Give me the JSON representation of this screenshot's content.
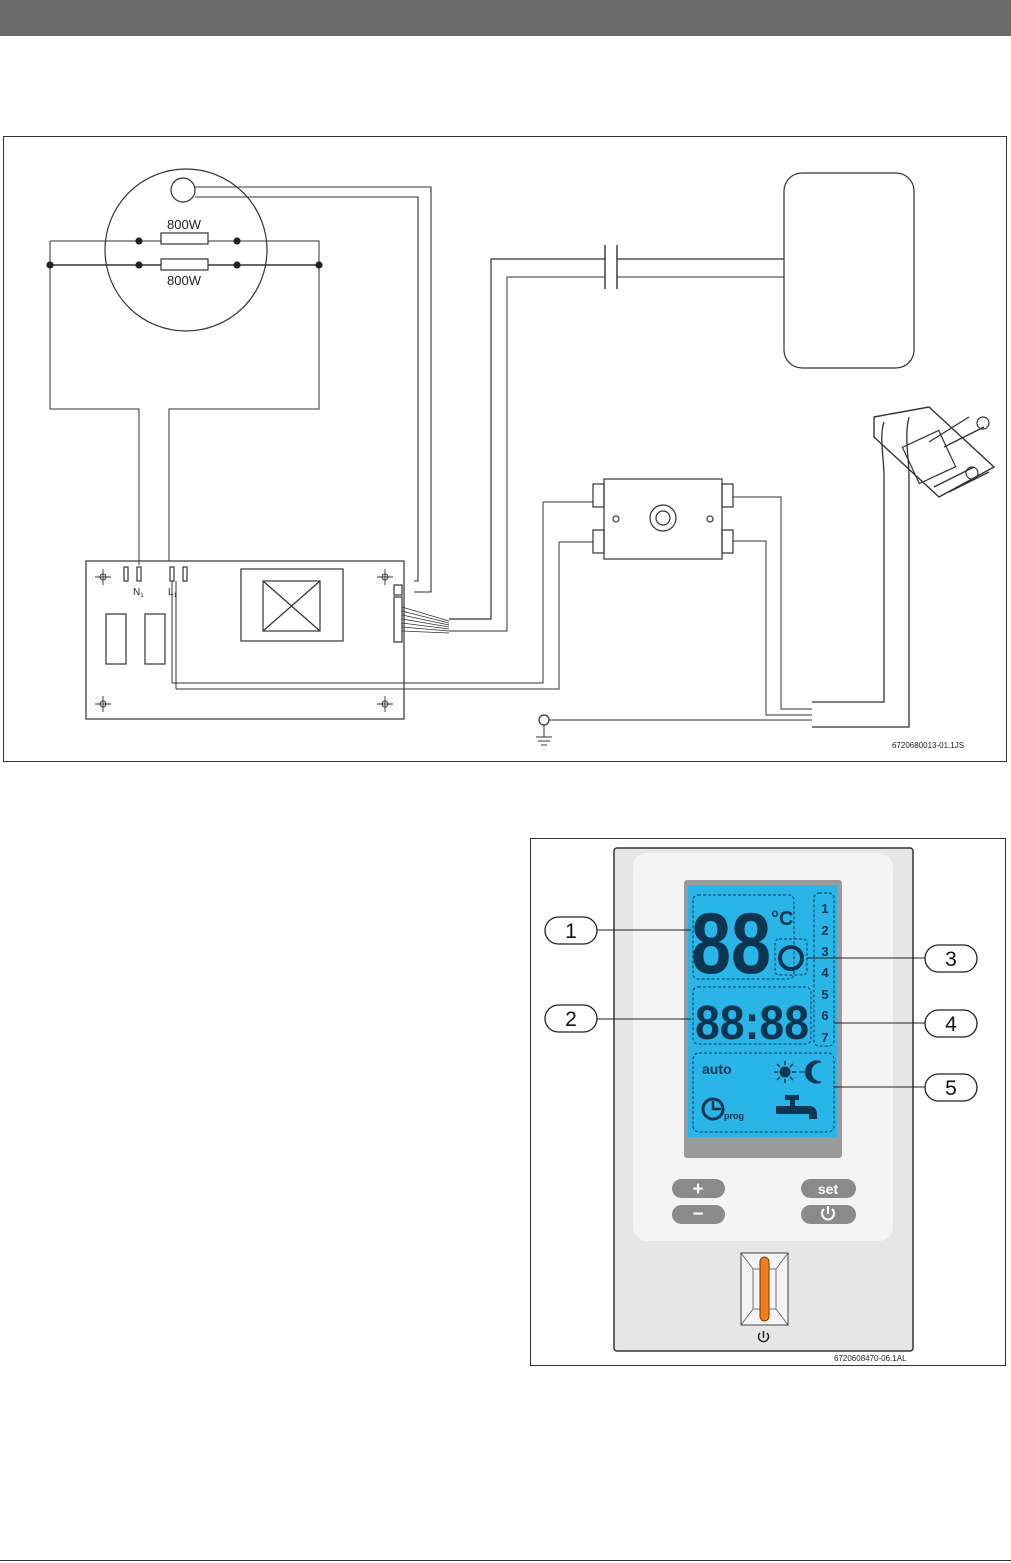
{
  "wiring_diagram": {
    "heater_1_label": "800W",
    "heater_2_label": "800W",
    "terminal_n": "N",
    "terminal_n_sub": "1",
    "terminal_l": "L",
    "terminal_l_sub": "1",
    "figure_code": "6720680013-01.1JS"
  },
  "control_panel": {
    "callouts": [
      "1",
      "2",
      "3",
      "4",
      "5"
    ],
    "temperature_digits": "88",
    "temperature_unit": "°C",
    "time_digits": "88:88",
    "day_numbers": [
      "1",
      "2",
      "3",
      "4",
      "5",
      "6",
      "7"
    ],
    "auto_label": "auto",
    "prog_label": "prog",
    "plus_symbol": "+",
    "minus_symbol": "−",
    "set_label": "set",
    "power_icon": "power-icon",
    "figure_code": "6720608470-06.1AL",
    "colors": {
      "lcd": "#29b5e8",
      "led": "#f07d1a",
      "panel": "#f2f2f2",
      "button": "#8a8a8a"
    }
  }
}
